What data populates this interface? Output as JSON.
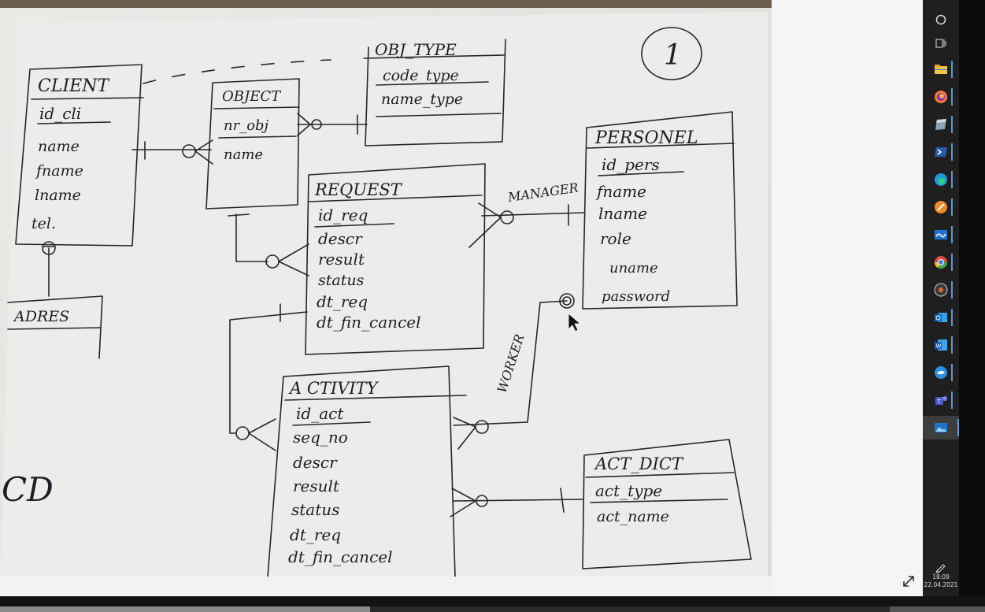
{
  "diagram": {
    "entities": {
      "client": {
        "title": "CLIENT",
        "fields": [
          "id_cli",
          "name",
          "fname",
          "lname",
          "tel."
        ]
      },
      "adres": {
        "title": "ADRES",
        "fields": []
      },
      "object": {
        "title": "OBJECT",
        "fields": [
          "nr_obj",
          "name"
        ]
      },
      "obj_type": {
        "title": "OBJ_TYPE",
        "fields": [
          "code_type",
          "name_type"
        ]
      },
      "personel": {
        "title": "PERSONEL",
        "fields": [
          "id_pers",
          "fname",
          "lname",
          "role",
          "uname",
          "password"
        ]
      },
      "request": {
        "title": "REQUEST",
        "fields": [
          "id_req",
          "descr",
          "result",
          "status",
          "dt_req",
          "dt_fin_cancel"
        ]
      },
      "activity": {
        "title": "A CTIVITY",
        "fields": [
          "id_act",
          "seq_no",
          "descr",
          "result",
          "status",
          "dt_req",
          "dt_fin_cancel"
        ]
      },
      "act_dict": {
        "title": "ACT_DICT",
        "fields": [
          "act_type",
          "act_name"
        ]
      }
    },
    "relationship_labels": {
      "manager": "MANAGER",
      "worker": "WORKER"
    },
    "page_number": "1",
    "corner_label": "CD"
  },
  "taskbar": {
    "icons": [
      "circle-icon",
      "task-view-icon",
      "file-explorer-icon",
      "firefox-icon",
      "virtualbox-icon",
      "powershell-icon",
      "edge-icon",
      "draw-app-icon",
      "remote-app-icon",
      "chrome-icon",
      "media-icon",
      "outlook-icon",
      "word-icon",
      "app-bird-icon",
      "teams-icon",
      "photos-icon"
    ],
    "active_icon": "photos-icon"
  },
  "clock": {
    "time": "18:09",
    "date": "22.04.2021"
  },
  "colors": {
    "taskbar": "#1f1f1f",
    "ink": "#26262c",
    "paper": "#e8e6e3"
  }
}
